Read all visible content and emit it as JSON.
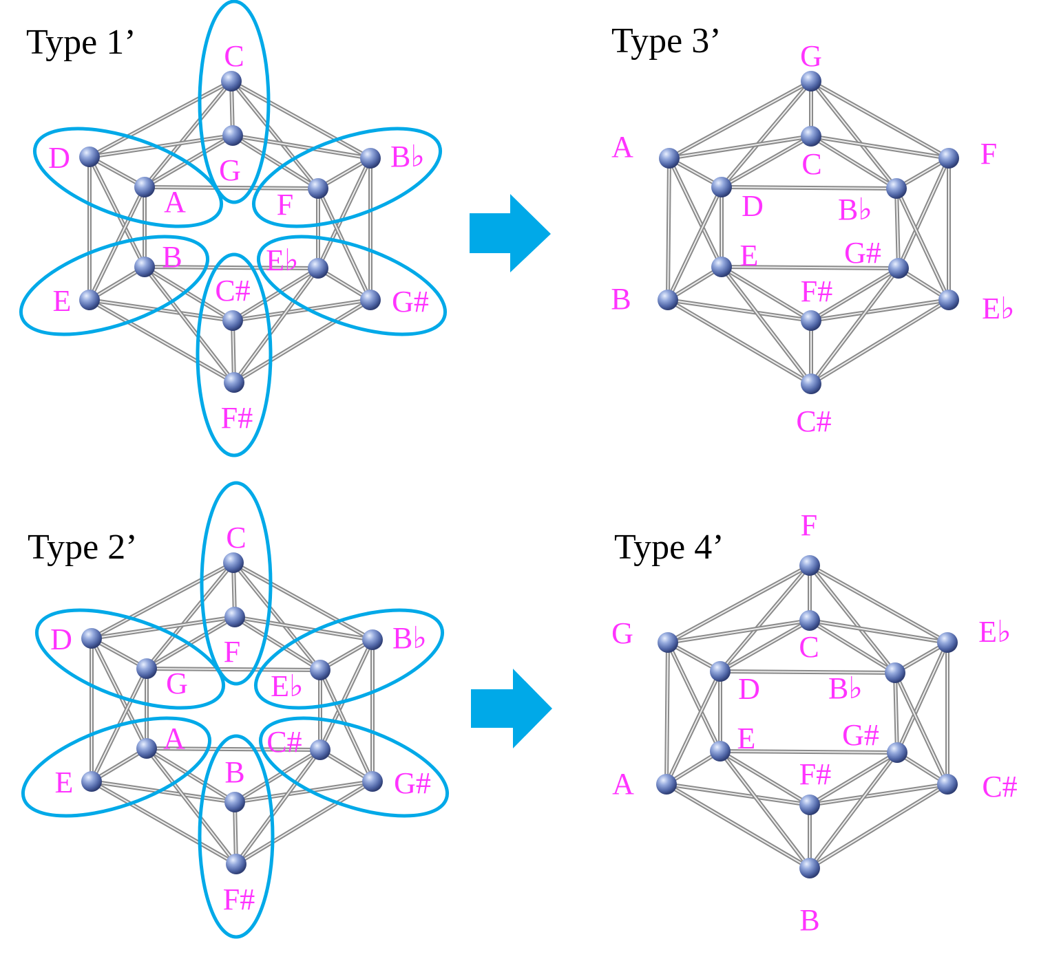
{
  "colors": {
    "label": "#ff33ff",
    "ellipse": "#00a9e8",
    "arrow": "#00a9e8",
    "edge": "#8a8a8a"
  },
  "diagrams": [
    {
      "id": "type1",
      "title": "Type 1’",
      "labels": [
        "C",
        "G",
        "D",
        "A",
        "Bb",
        "F",
        "B",
        "E",
        "Eb",
        "G#",
        "C#",
        "F#"
      ],
      "display": [
        "C",
        "G",
        "D",
        "A",
        "B♭",
        "F",
        "B",
        "E",
        "E♭",
        "G#",
        "C#",
        "F#"
      ],
      "has_ellipses": true
    },
    {
      "id": "type2",
      "title": "Type 2’",
      "labels": [
        "C",
        "F",
        "D",
        "G",
        "Bb",
        "Eb",
        "A",
        "E",
        "C#",
        "G#",
        "B",
        "F#"
      ],
      "display": [
        "C",
        "F",
        "D",
        "G",
        "B♭",
        "E♭",
        "A",
        "E",
        "C#",
        "G#",
        "B",
        "F#"
      ],
      "has_ellipses": true
    },
    {
      "id": "type3",
      "title": "Type 3’",
      "outer": [
        "G",
        "A",
        "F",
        "B",
        "Eb",
        "C#"
      ],
      "inner": [
        "C",
        "D",
        "Bb",
        "E",
        "G#",
        "F#"
      ],
      "outer_display": [
        "G",
        "A",
        "F",
        "B",
        "E♭",
        "C#"
      ],
      "inner_display": [
        "C",
        "D",
        "B♭",
        "E",
        "G#",
        "F#"
      ],
      "has_ellipses": false
    },
    {
      "id": "type4",
      "title": "Type 4’",
      "outer": [
        "F",
        "G",
        "Eb",
        "A",
        "C#",
        "B"
      ],
      "inner": [
        "C",
        "D",
        "Bb",
        "E",
        "G#",
        "F#"
      ],
      "outer_display": [
        "F",
        "G",
        "E♭",
        "A",
        "C#",
        "B"
      ],
      "inner_display": [
        "C",
        "D",
        "B♭",
        "E",
        "G#",
        "F#"
      ],
      "has_ellipses": false
    }
  ],
  "arrows": [
    {
      "id": "arrow-top",
      "from": "type1",
      "to": "type3"
    },
    {
      "id": "arrow-bottom",
      "from": "type2",
      "to": "type4"
    }
  ]
}
